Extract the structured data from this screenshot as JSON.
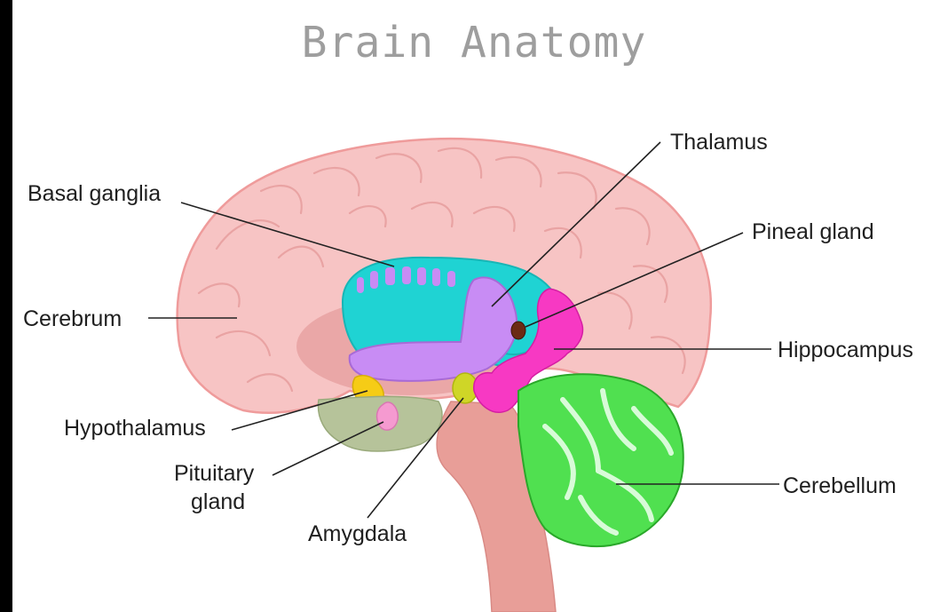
{
  "title": "Brain Anatomy",
  "labels": {
    "thalamus": "Thalamus",
    "basal_ganglia": "Basal ganglia",
    "pineal_gland": "Pineal gland",
    "cerebrum": "Cerebrum",
    "hippocampus": "Hippocampus",
    "hypothalamus": "Hypothalamus",
    "pituitary_line1": "Pituitary",
    "pituitary_line2": "gland",
    "cerebellum": "Cerebellum",
    "amygdala": "Amygdala"
  },
  "colors": {
    "cerebrum": "#f7c4c4",
    "cerebrum_outline": "#ef9b9b",
    "basal_ganglia": "#1fd3d3",
    "thalamus": "#c88cf4",
    "pineal_gland": "#6b2a14",
    "hippocampus": "#f739c3",
    "hypothalamus": "#f6cc16",
    "pituitary_gland": "#f59ad0",
    "amygdala": "#cfd627",
    "cerebellum": "#50e050",
    "brainstem": "#e89e98",
    "title": "#9e9e9e"
  }
}
